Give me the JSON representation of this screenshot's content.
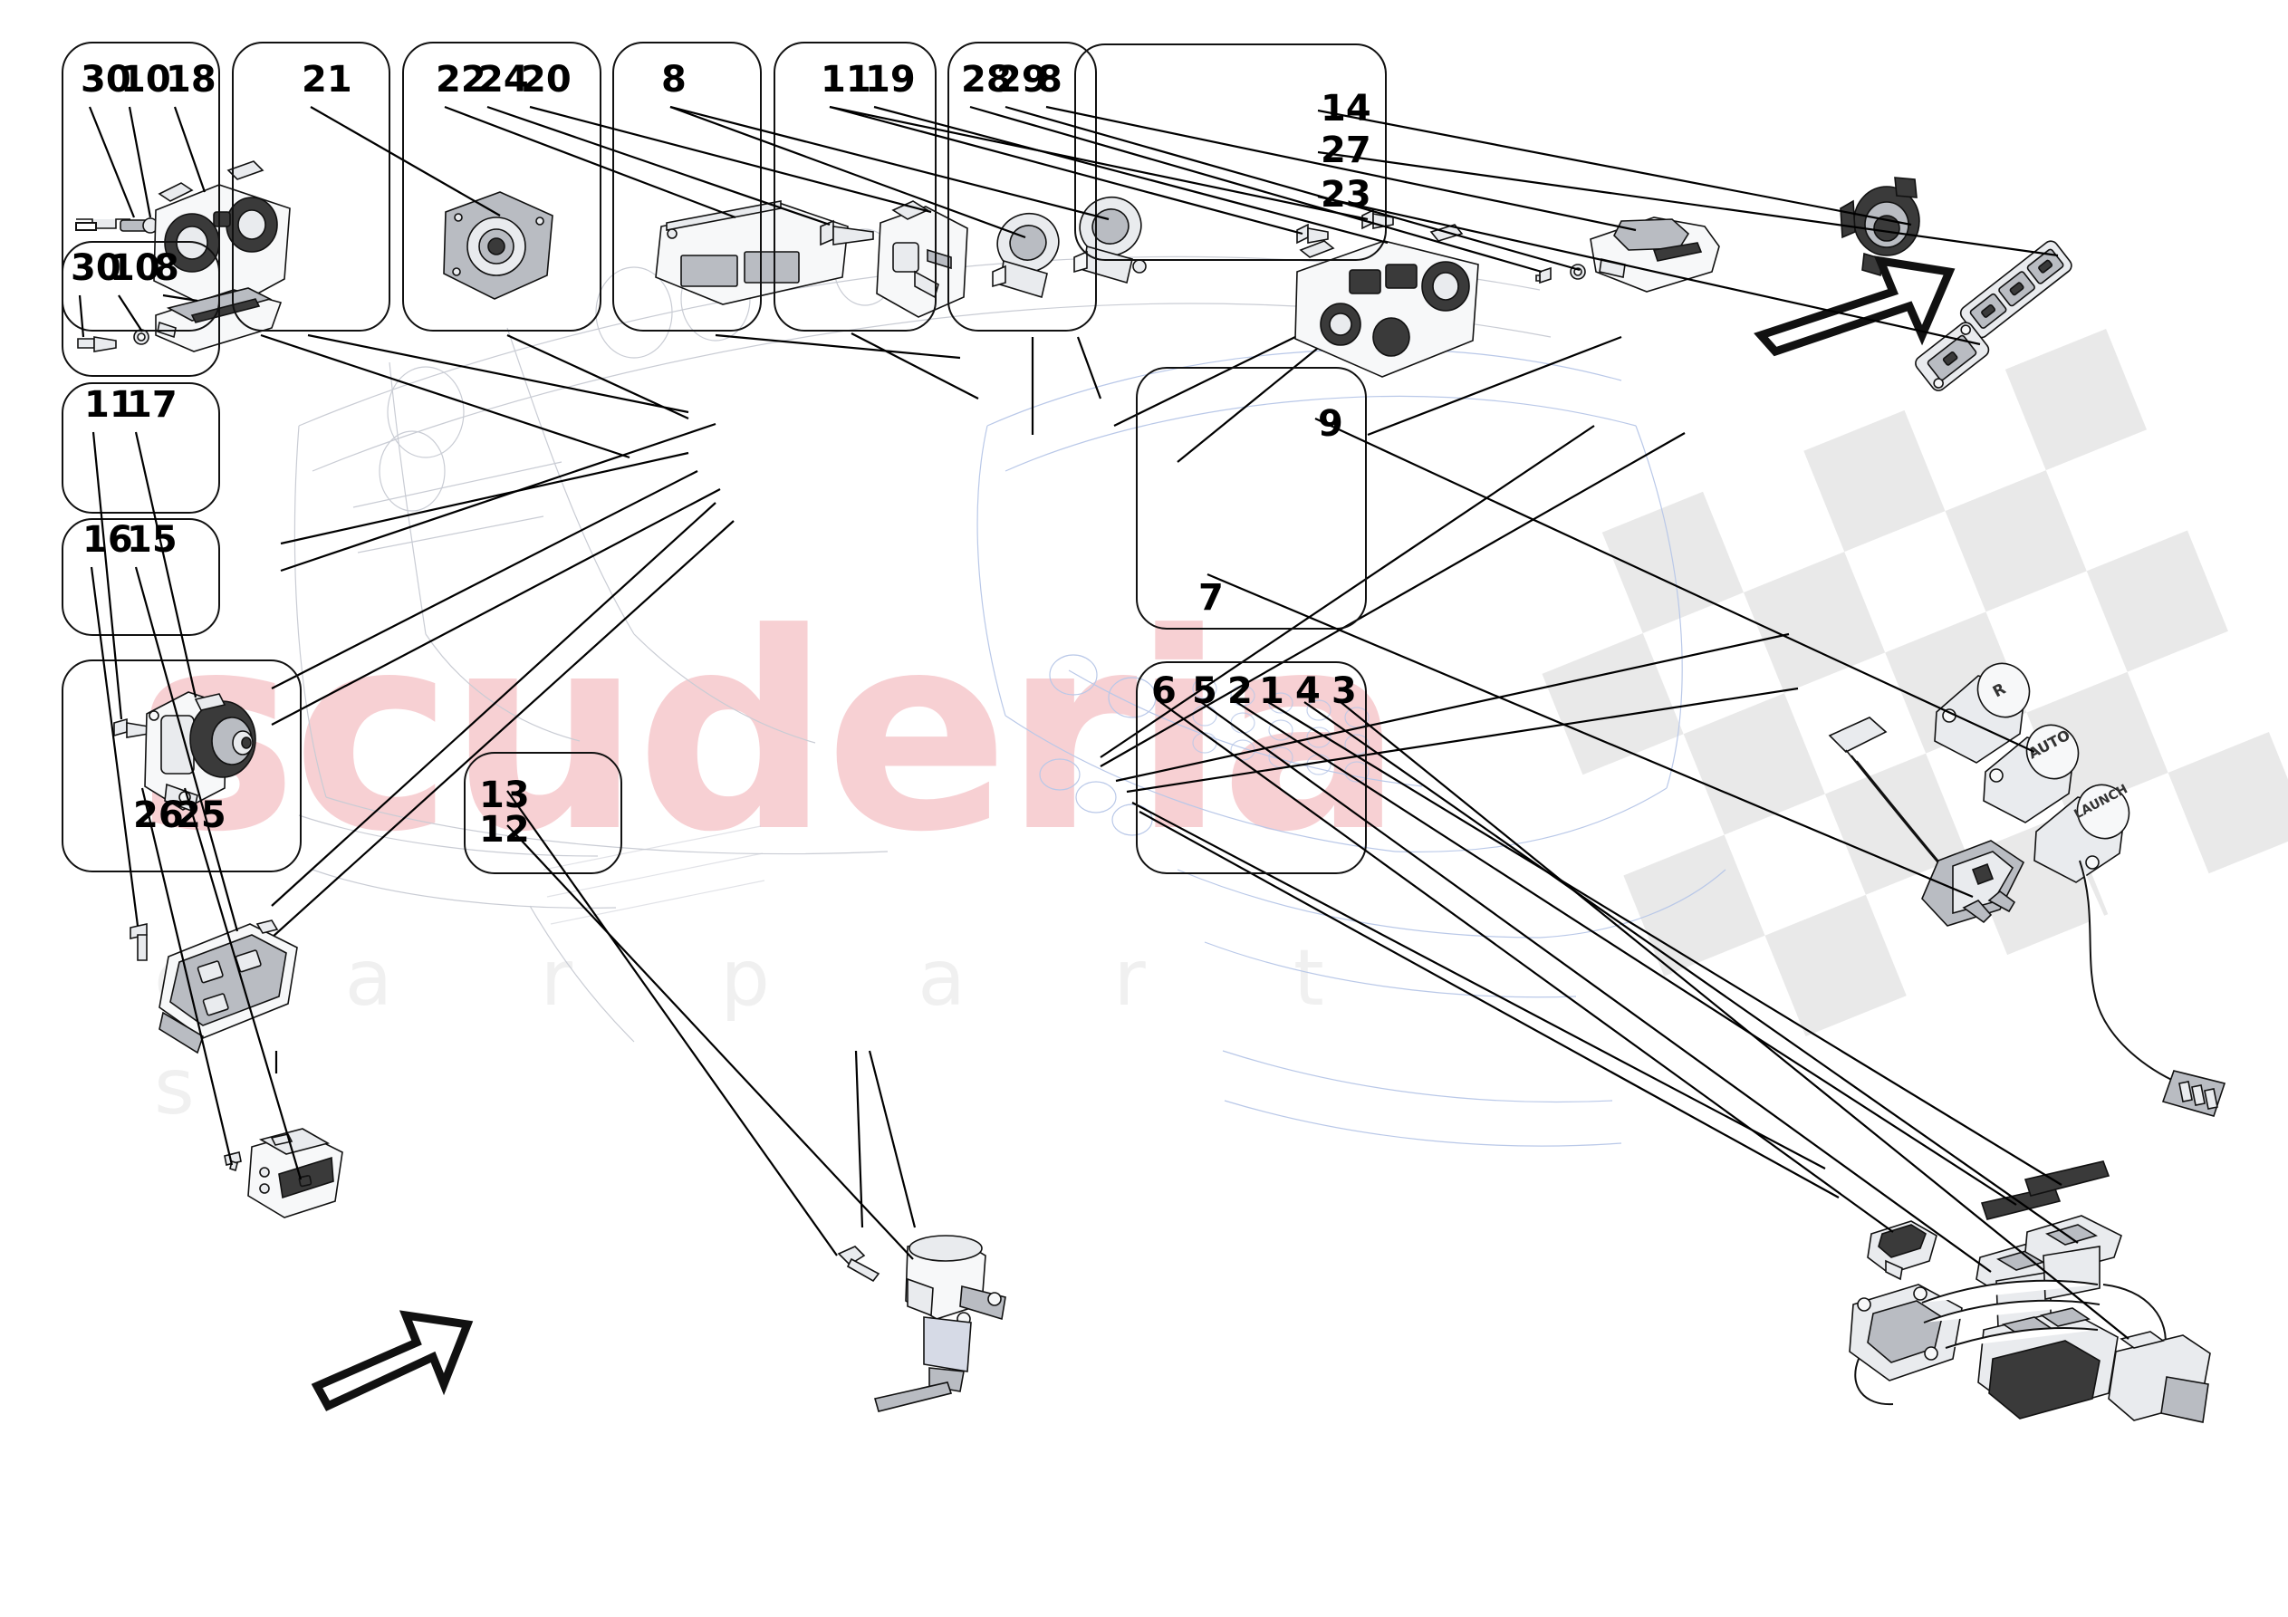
{
  "diagram": {
    "type": "automotive-exploded-parts-diagram",
    "subject": "Dashboard switches, controls and wiring",
    "watermark_primary": "scuderia",
    "watermark_secondary": "c a r   p a r t s",
    "watermark_colors": {
      "primary": "#f6c8cc",
      "secondary": "#f0f0f0"
    },
    "background": "#ffffff",
    "line_color": "#000000",
    "ghost_line_color": "#c9ccd4",
    "ghost_line_color_blue": "#b9c8e8"
  },
  "panels": [
    {
      "id": "p30-10-18",
      "name": "panel-light-switch-cluster",
      "callouts": [
        "30",
        "10",
        "18"
      ],
      "part_kind": "headlight switch assembly"
    },
    {
      "id": "p21",
      "name": "panel-rotary-knob",
      "callouts": [
        "21"
      ],
      "part_kind": "rotary control knob"
    },
    {
      "id": "p22-24-20",
      "name": "panel-control-module",
      "callouts": [
        "22",
        "24",
        "20"
      ],
      "part_kind": "control module, screw and actuator"
    },
    {
      "id": "p8-pair",
      "name": "panel-dual-vents",
      "callouts": [
        "8"
      ],
      "part_kind": "pair of vent / diffuser actuators"
    },
    {
      "id": "p11-19",
      "name": "panel-climate-control",
      "callouts": [
        "11",
        "19"
      ],
      "part_kind": "climate control unit with screws"
    },
    {
      "id": "p28-29-8",
      "name": "panel-door-handle-switch",
      "callouts": [
        "28",
        "29",
        "8"
      ],
      "part_kind": "lever switch with fastener and washer"
    },
    {
      "id": "p14-27-23",
      "name": "panel-interior-switch-group",
      "callouts": [
        "14",
        "27",
        "23"
      ],
      "part_kind": "rotary actuator, multi-button strip, single button",
      "has_direction_arrow": true
    },
    {
      "id": "p30-10-8",
      "name": "panel-lever-switch",
      "callouts": [
        "30",
        "10",
        "8"
      ],
      "part_kind": "lever switch with screw and washer"
    },
    {
      "id": "p11-17",
      "name": "panel-motor-actuator",
      "callouts": [
        "11",
        "17"
      ],
      "part_kind": "electric motor actuator with screw"
    },
    {
      "id": "p16-15",
      "name": "panel-window-switch",
      "callouts": [
        "16",
        "15"
      ],
      "part_kind": "window / mirror switch pack"
    },
    {
      "id": "p26-25",
      "name": "panel-push-switch",
      "callouts": [
        "26",
        "25"
      ],
      "part_kind": "push switch with screw",
      "has_direction_arrow": true
    },
    {
      "id": "p13-12",
      "name": "panel-sensor-actuator",
      "callouts": [
        "13",
        "12"
      ],
      "part_kind": "sensor actuator with bolt"
    },
    {
      "id": "p9-7",
      "name": "panel-gear-selector-buttons",
      "callouts": [
        "9",
        "7"
      ],
      "part_kind": "R / AUTO / LAUNCH selector buttons and connector lead",
      "has_checkered_flag": true,
      "button_labels": [
        "R",
        "AUTO",
        "LAUNCH"
      ]
    },
    {
      "id": "p6-5-2-1-4-3",
      "name": "panel-button-pads-harness",
      "callouts": [
        "6",
        "5",
        "2",
        "1",
        "4",
        "3"
      ],
      "part_kind": "button pads, bezels and wiring harness"
    }
  ],
  "callout_numbers": [
    "1",
    "2",
    "3",
    "4",
    "5",
    "6",
    "7",
    "8",
    "9",
    "10",
    "11",
    "12",
    "13",
    "14",
    "15",
    "16",
    "17",
    "18",
    "19",
    "20",
    "21",
    "22",
    "23",
    "24",
    "25",
    "26",
    "27",
    "28",
    "29",
    "30"
  ],
  "labels": {
    "n1": "1",
    "n2": "2",
    "n3": "3",
    "n4": "4",
    "n5": "5",
    "n6": "6",
    "n7": "7",
    "n8": "8",
    "n9": "9",
    "n10": "10",
    "n11": "11",
    "n12": "12",
    "n13": "13",
    "n14": "14",
    "n15": "15",
    "n16": "16",
    "n17": "17",
    "n18": "18",
    "n19": "19",
    "n20": "20",
    "n21": "21",
    "n22": "22",
    "n23": "23",
    "n24": "24",
    "n25": "25",
    "n26": "26",
    "n27": "27",
    "n28": "28",
    "n29": "29",
    "n30": "30",
    "n8b": "8",
    "n8c": "8",
    "n10b": "10",
    "n11b": "11",
    "n30b": "30"
  }
}
